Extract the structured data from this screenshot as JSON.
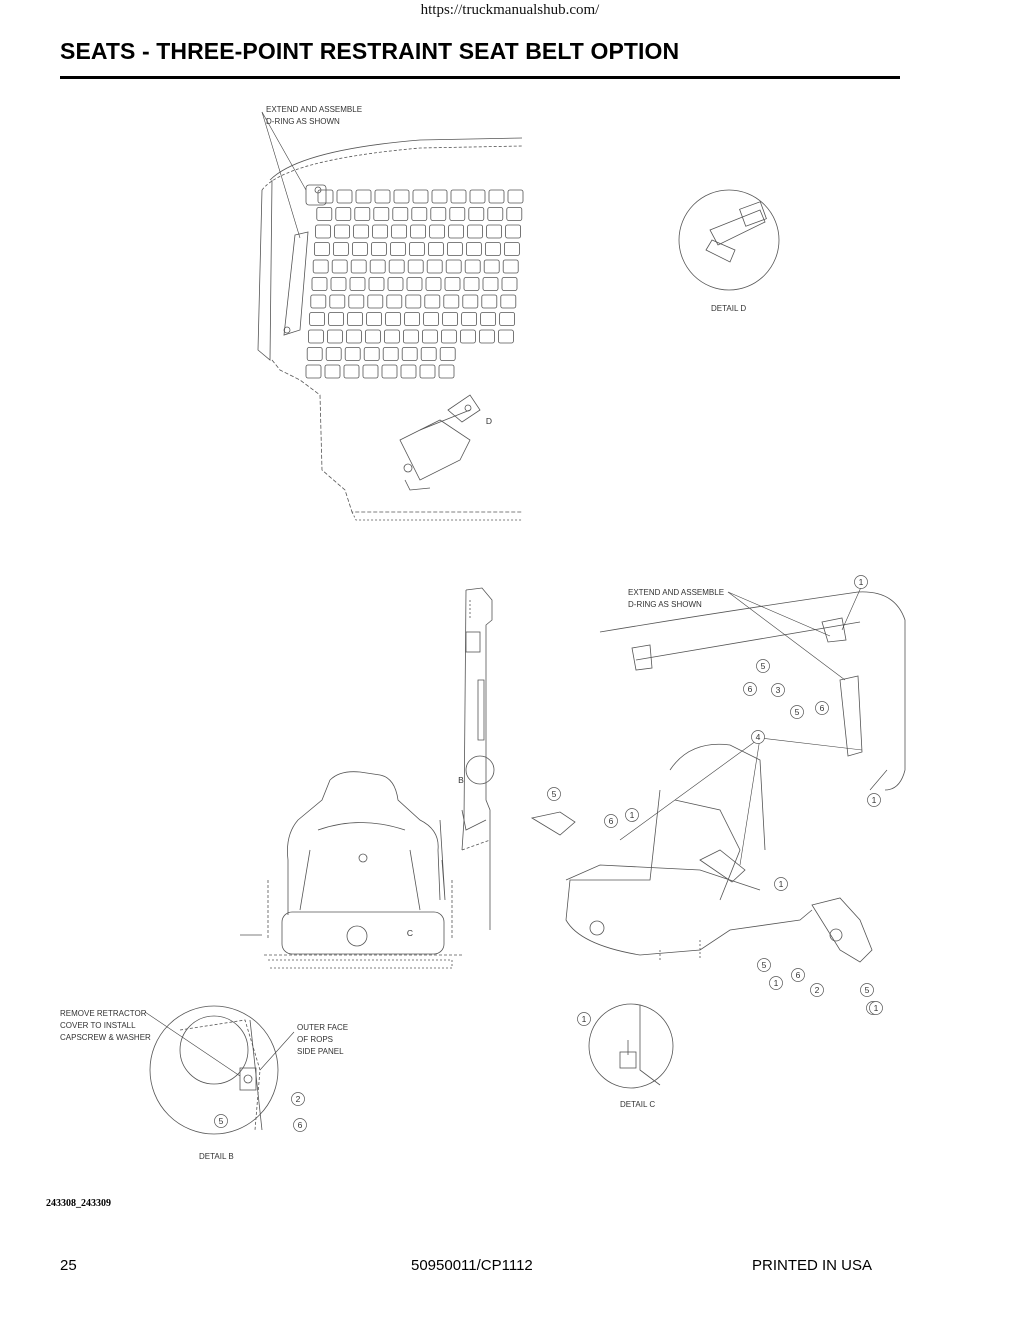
{
  "header": {
    "url": "https://truckmanualshub.com/",
    "title": "SEATS - THREE-POINT RESTRAINT SEAT BELT OPTION"
  },
  "diagram": {
    "notes": {
      "extend_top": "EXTEND AND ASSEMBLE\nD-RING AS SHOWN",
      "extend_right": "EXTEND AND ASSEMBLE\nD-RING AS SHOWN",
      "remove_retractor": "REMOVE RETRACTOR\nCOVER TO INSTALL\nCAPSCREW & WASHER",
      "outer_face": "OUTER FACE\nOF ROPS\nSIDE PANEL"
    },
    "detail_labels": {
      "detail_d": "DETAIL  D",
      "detail_c": "DETAIL  C",
      "detail_b": "DETAIL  B"
    },
    "detail_markers": [
      "D",
      "B",
      "C"
    ],
    "callouts": [
      "1",
      "1",
      "5",
      "6",
      "3",
      "5",
      "6",
      "4",
      "1",
      "5",
      "6",
      "1",
      "5",
      "1",
      "6",
      "2",
      "5",
      "6",
      "1",
      "2",
      "5",
      "6",
      "1"
    ]
  },
  "figure_number": "243308_243309",
  "footer": {
    "page": "25",
    "doc_number": "50950011/CP1112",
    "printed": "PRINTED IN USA"
  }
}
